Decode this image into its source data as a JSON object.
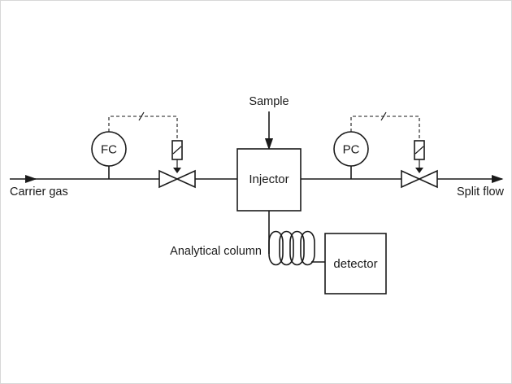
{
  "diagram": {
    "labels": {
      "carrier_gas": "Carrier gas",
      "split_flow": "Split flow",
      "sample": "Sample",
      "injector": "Injector",
      "fc": "FC",
      "pc": "PC",
      "analytical_column": "Analytical column",
      "detector": "detector"
    },
    "colors": {
      "line": "#1a1a1a",
      "background": "#ffffff",
      "border": "#d8d8d8"
    }
  }
}
